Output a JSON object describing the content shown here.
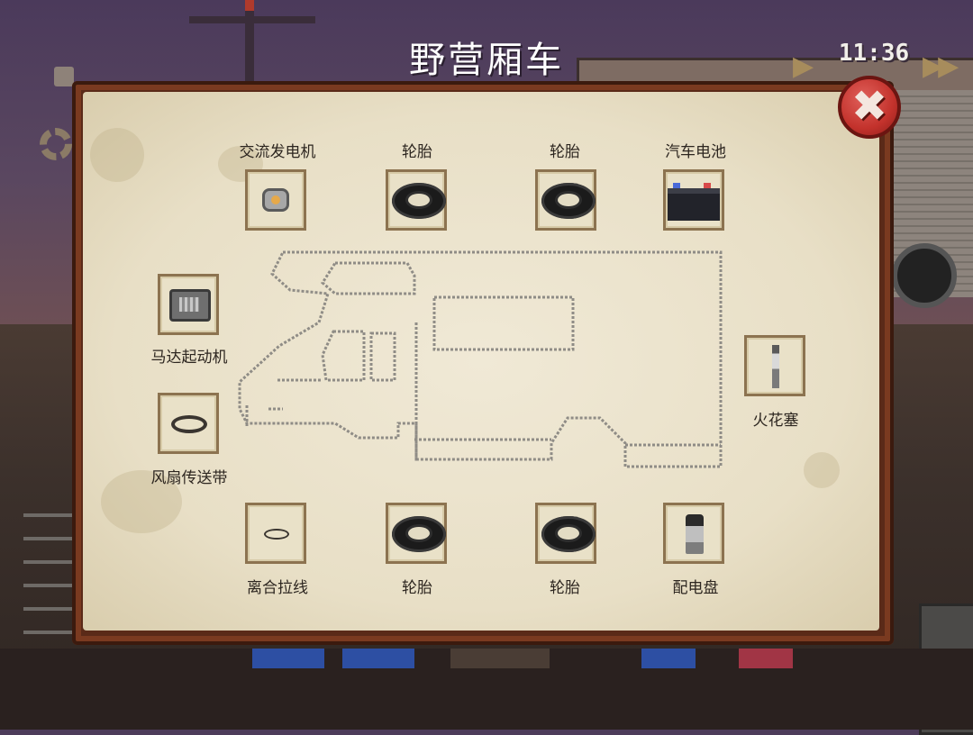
{
  "hud": {
    "title": "野营厢车",
    "clock": "11:36"
  },
  "panel": {
    "close_label": "✖"
  },
  "slots": {
    "alternator": "交流发电机",
    "tire_top_left": "轮胎",
    "tire_top_right": "轮胎",
    "battery": "汽车电池",
    "starter_motor": "马达起动机",
    "fan_belt": "风扇传送带",
    "spark_plug": "火花塞",
    "clutch_cable": "离合拉线",
    "tire_bottom_left": "轮胎",
    "tire_bottom_right": "轮胎",
    "distributor": "配电盘"
  },
  "colors": {
    "paper": "#e8dfc6",
    "frame": "#5a2a18",
    "close_button": "#c3322c",
    "slot_border": "#8c7350"
  }
}
